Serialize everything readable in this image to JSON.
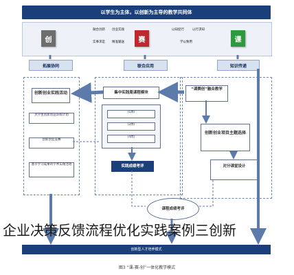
{
  "diagram": {
    "title": "以学生为主体，以创新为主导的教学共同体",
    "top_blocks": [
      {
        "char": "创",
        "color": "#6d6d6d"
      },
      {
        "char": "赛",
        "color": "#c0282f"
      },
      {
        "char": "课",
        "color": "#2e9a3f"
      }
    ],
    "top_texts": {
      "left_a": "融合创新",
      "left_b": "创业实践",
      "left_c": "实事求是",
      "left_d": "精准输送",
      "right_a": "以知促行",
      "right_b": "以行求知",
      "right_c": "学以致用"
    },
    "headers": {
      "left": "拓展协同",
      "middle": "联合应用",
      "right": "知识传递"
    },
    "left_col": {
      "top_box": "创新创业实践活动",
      "items": [
        "大学生创新创业训练计划",
        "创新创业竞赛",
        "基于学习成果的学术实践活动"
      ]
    },
    "mid_col": {
      "top_box": "集中实践周课程模块",
      "items": [
        "(1周)",
        "(2周)",
        "(4周)"
      ],
      "eval_box": "实践成绩考评"
    },
    "right_col": {
      "top_box": "“课赛创”融合教学",
      "proj_box": "创新创业项目主题选择",
      "design_box": "对分课堂设计"
    },
    "assessment": "课程成绩考评",
    "bottom_bar": "创新型人才培养模式",
    "caption": "企业决策反馈流程优化实践案例三创新",
    "figure_label": "图3 “课-赛-创”一体化教学模式"
  }
}
